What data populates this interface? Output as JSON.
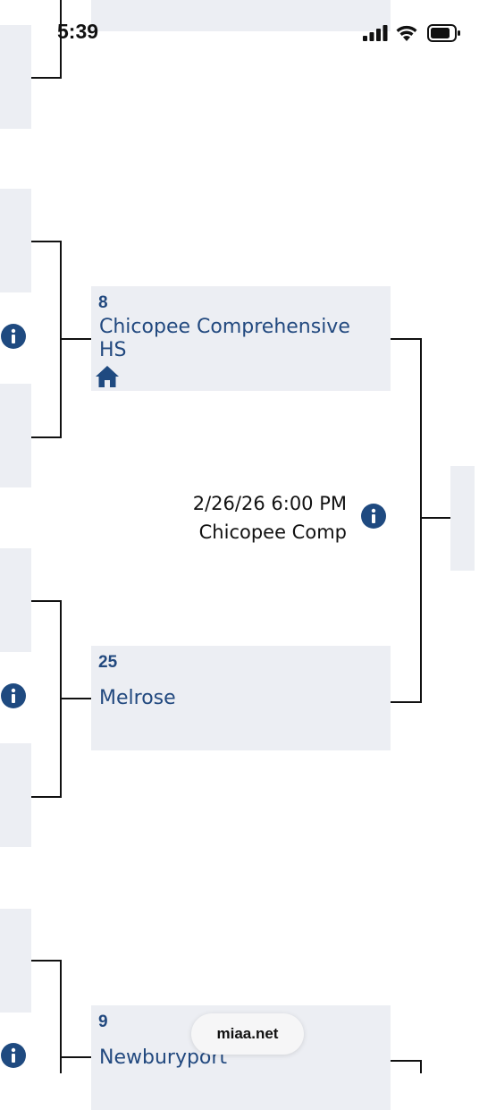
{
  "status_bar": {
    "time": "5:39"
  },
  "browser": {
    "url": "miaa.net"
  },
  "matchups": [
    {
      "seed": "8",
      "team": "Chicopee Comprehensive HS",
      "home": true
    },
    {
      "seed": "25",
      "team": "Melrose",
      "home": false
    },
    {
      "seed": "9",
      "team": "Newburyport",
      "home": false
    }
  ],
  "game": {
    "datetime": "2/26/26 6:00 PM",
    "location": "Chicopee Comp"
  },
  "colors": {
    "accent": "#1f4a80",
    "card_bg": "#eceef3",
    "line": "#111111"
  }
}
